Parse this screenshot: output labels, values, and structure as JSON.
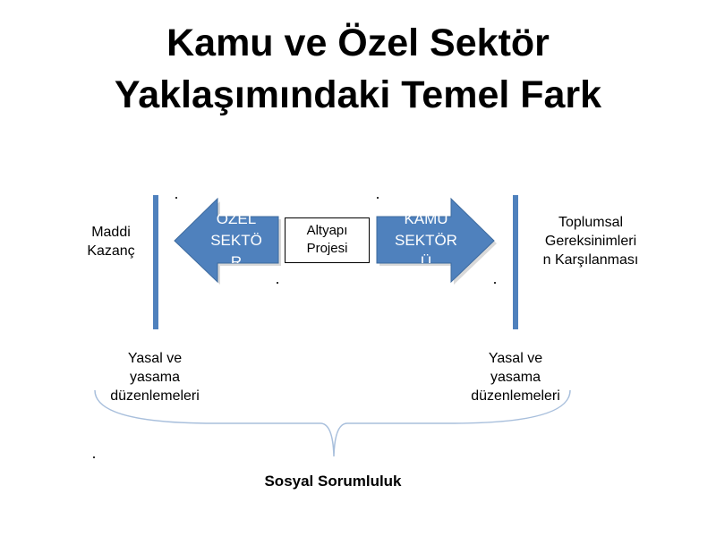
{
  "slide": {
    "title_line1": "Kamu ve Özel Sektör",
    "title_line2": "Yaklaşımındaki Temel Fark"
  },
  "diagram": {
    "left_label": [
      "Maddi",
      "Kazanç"
    ],
    "right_label": [
      "Toplumsal",
      "Gereksinimleri",
      "n Karşılanması"
    ],
    "left_arrow_text": [
      "ÖZEL",
      "SEKTÖ",
      "R"
    ],
    "right_arrow_text": [
      "KAMU",
      "SEKTÖR",
      "Ü"
    ],
    "center_box": [
      "Altyapı",
      "Projesi"
    ],
    "bottom_left_label": [
      "Yasal ve",
      "yasama",
      "düzenlemeleri"
    ],
    "bottom_right_label": [
      "Yasal ve",
      "yasama",
      "düzenlemeleri"
    ],
    "footer_label": "Sosyal Sorumluluk",
    "colors": {
      "arrow_fill": "#4f81bd",
      "arrow_stroke": "#3d6a9e",
      "bar_color": "#4f81bd",
      "brace_color": "#a8bfdc"
    }
  }
}
